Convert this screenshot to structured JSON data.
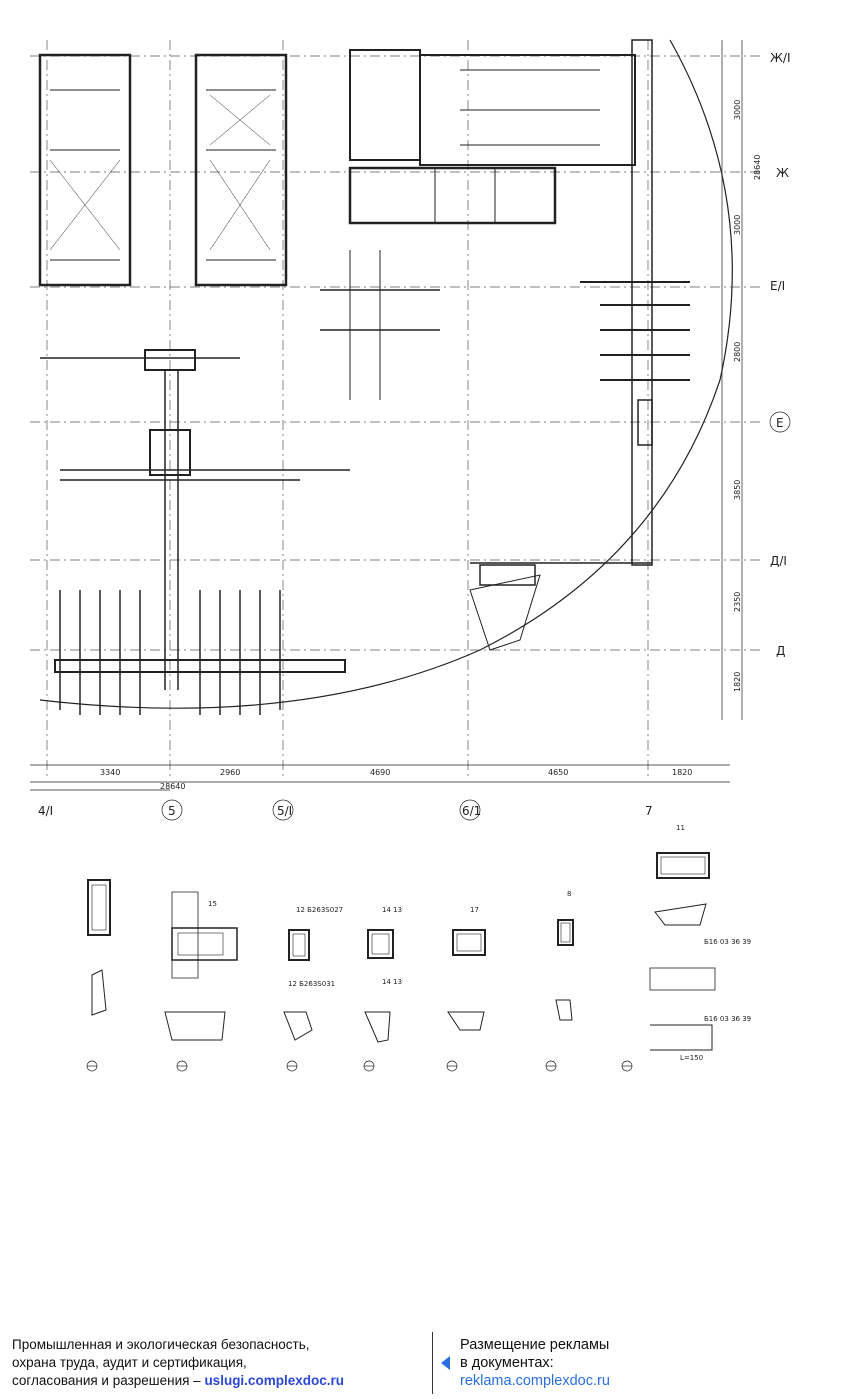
{
  "drawing": {
    "grid_right": [
      "Ж/I",
      "Ж",
      "Е/I",
      "Е",
      "Д/I",
      "Д"
    ],
    "grid_bottom": [
      "4/I",
      "5",
      "5/I",
      "6/1",
      "7"
    ],
    "dims_right": [
      "3000",
      "28640",
      "3000",
      "2800",
      "3850",
      "2350",
      "1820"
    ],
    "dims_bottom": [
      "3340",
      "2960",
      "4690",
      "4650",
      "1820"
    ],
    "dim_total": "28640",
    "section_tags": [
      "12 Б263S027",
      "12 Б263S031",
      "14 13",
      "14 13",
      "15",
      "17",
      "8",
      "11",
      "Б16 03 36 39",
      "Б16 03 36 39",
      "L=150"
    ]
  },
  "footer": {
    "left_line1": "Промышленная и экологическая безопасность,",
    "left_line2": "охрана труда, аудит и сертификация,",
    "left_line3_prefix": "согласования и разрешения – ",
    "left_link": "uslugi.complexdoc.ru",
    "right_line1": "Размещение рекламы",
    "right_line2": "в документах:",
    "right_link": "reklama.complexdoc.ru"
  }
}
